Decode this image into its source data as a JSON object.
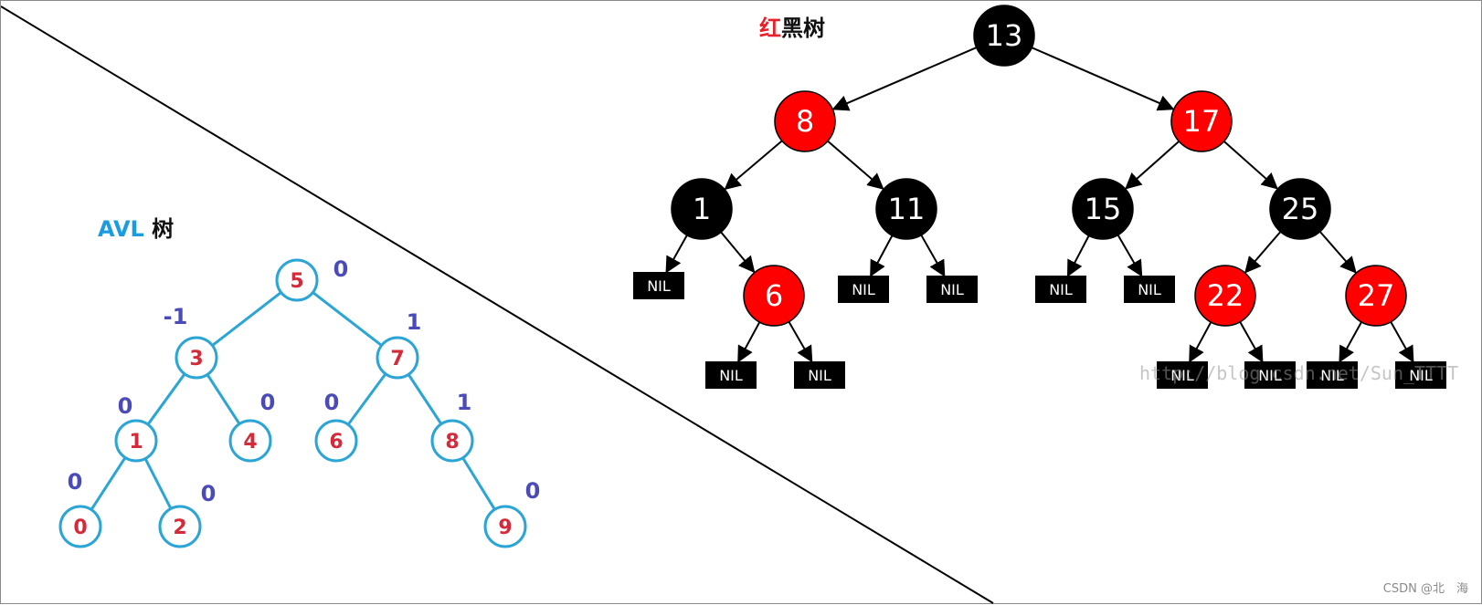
{
  "avl": {
    "title_a": "AVL",
    "title_b": "树",
    "nodes": [
      {
        "id": "5",
        "balance": "0"
      },
      {
        "id": "3",
        "balance": "-1"
      },
      {
        "id": "7",
        "balance": "1"
      },
      {
        "id": "1",
        "balance": "0"
      },
      {
        "id": "4",
        "balance": "0"
      },
      {
        "id": "6",
        "balance": "0"
      },
      {
        "id": "8",
        "balance": "1"
      },
      {
        "id": "0",
        "balance": "0"
      },
      {
        "id": "2",
        "balance": "0"
      },
      {
        "id": "9",
        "balance": "0"
      }
    ],
    "edges": [
      [
        "5",
        "3"
      ],
      [
        "5",
        "7"
      ],
      [
        "3",
        "1"
      ],
      [
        "3",
        "4"
      ],
      [
        "7",
        "6"
      ],
      [
        "7",
        "8"
      ],
      [
        "1",
        "0"
      ],
      [
        "1",
        "2"
      ],
      [
        "8",
        "9"
      ]
    ]
  },
  "rbtree": {
    "title_a": "红",
    "title_b": "黑树",
    "nodes": [
      {
        "id": "13",
        "label": "13",
        "color": "black"
      },
      {
        "id": "8",
        "label": "8",
        "color": "red"
      },
      {
        "id": "17",
        "label": "17",
        "color": "red"
      },
      {
        "id": "1",
        "label": "1",
        "color": "black"
      },
      {
        "id": "11",
        "label": "11",
        "color": "black"
      },
      {
        "id": "15",
        "label": "15",
        "color": "black"
      },
      {
        "id": "25",
        "label": "25",
        "color": "black"
      },
      {
        "id": "6",
        "label": "6",
        "color": "red"
      },
      {
        "id": "22",
        "label": "22",
        "color": "red"
      },
      {
        "id": "27",
        "label": "27",
        "color": "red"
      }
    ],
    "nil_label": "NIL",
    "nil_count": 11,
    "edges": [
      [
        "13",
        "8"
      ],
      [
        "13",
        "17"
      ],
      [
        "8",
        "1"
      ],
      [
        "8",
        "11"
      ],
      [
        "17",
        "15"
      ],
      [
        "17",
        "25"
      ],
      [
        "1",
        "nil0"
      ],
      [
        "1",
        "6"
      ],
      [
        "11",
        "nil1"
      ],
      [
        "11",
        "nil2"
      ],
      [
        "15",
        "nil3"
      ],
      [
        "15",
        "nil4"
      ],
      [
        "25",
        "22"
      ],
      [
        "25",
        "27"
      ],
      [
        "6",
        "nil5"
      ],
      [
        "6",
        "nil6"
      ],
      [
        "22",
        "nil7"
      ],
      [
        "22",
        "nil8"
      ],
      [
        "27",
        "nil9"
      ],
      [
        "27",
        "nil10"
      ]
    ]
  },
  "colors": {
    "avl_stroke": "#2aa5d6",
    "avl_number": "#d42a3a",
    "avl_balance": "#4a4ab8",
    "rb_red": "#ff0000",
    "rb_black": "#000000"
  },
  "watermark": "CSDN @北　海",
  "url_watermark": "http://blog.csdn.net/Sun_TTTT"
}
